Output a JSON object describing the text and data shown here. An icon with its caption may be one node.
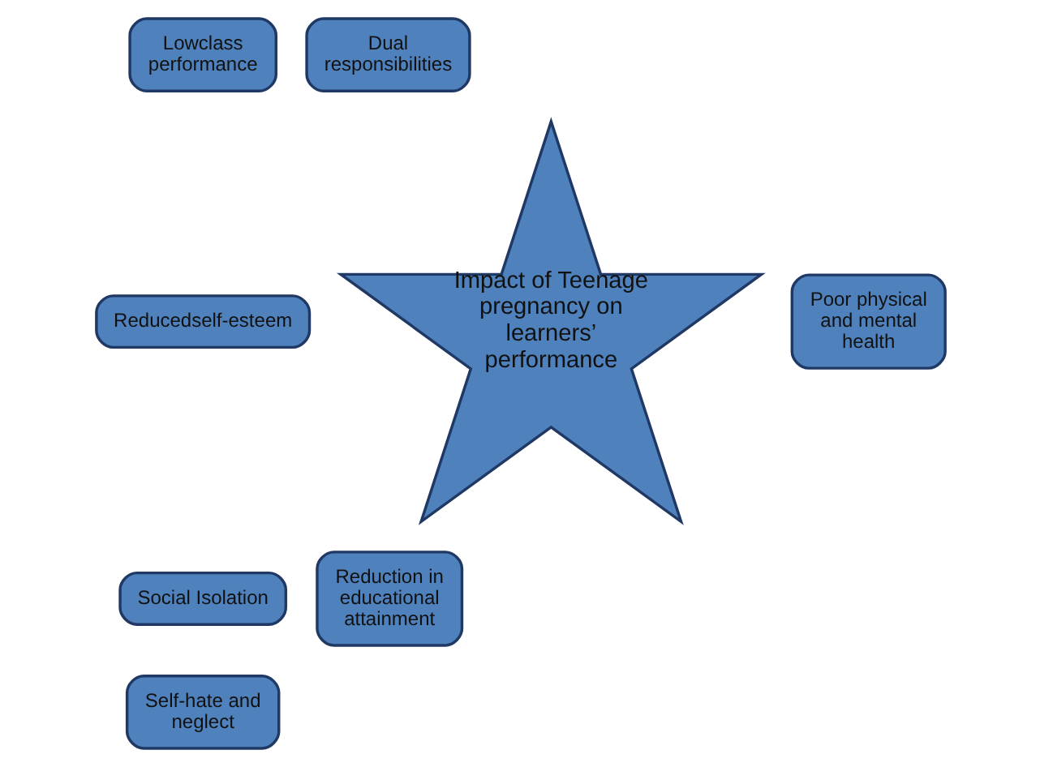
{
  "diagram": {
    "nodes": [
      {
        "text": [
          "Lowclass performance"
        ]
      },
      {
        "text": [
          "Dual responsibilities"
        ]
      },
      {
        "text": [
          "Reducedself-esteem"
        ]
      },
      {
        "text": [
          "Impact of Teenage pregnancy on learners’ performance"
        ]
      },
      {
        "text": [
          "Poor physical and mental health"
        ]
      },
      {
        "text": [
          "Social Isolation"
        ]
      },
      {
        "text": [
          "Reduction in educational attainment"
        ]
      },
      {
        "text": [
          "Self-hate and neglect"
        ]
      }
    ]
  }
}
